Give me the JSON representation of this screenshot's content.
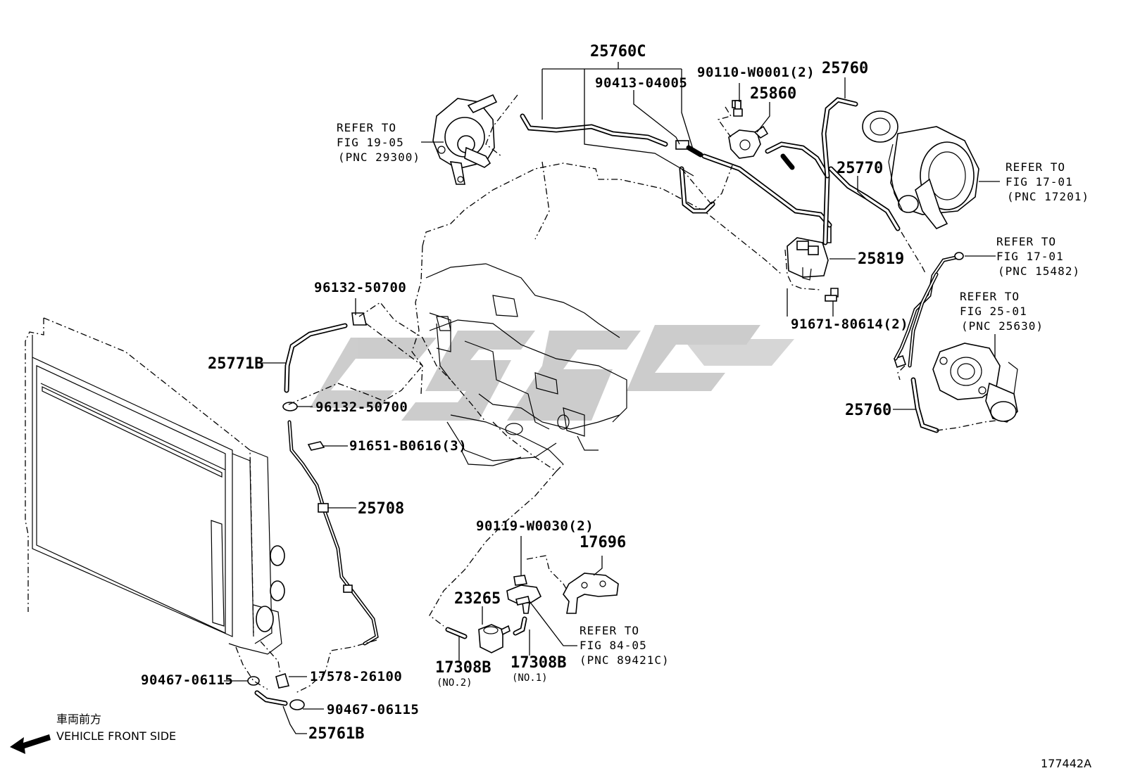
{
  "labels": {
    "p25760C": "25760C",
    "p90413": "90413-04005",
    "p90110": "90110-W0001(2)",
    "p25860": "25860",
    "p25760_top": "25760",
    "p25770": "25770",
    "p25819": "25819",
    "p91671": "91671-80614(2)",
    "p25760_bottom": "25760",
    "p96132_top": "96132-50700",
    "p25771B": "25771B",
    "p96132_bottom": "96132-50700",
    "p91651": "91651-B0616(3)",
    "p25708": "25708",
    "p90119": "90119-W0030(2)",
    "p17696": "17696",
    "p23265": "23265",
    "p17308B_no2": "17308B",
    "p17308B_no1": "17308B",
    "p90467_left": "90467-06115",
    "p17578": "17578-26100",
    "p90467_right": "90467-06115",
    "p25761B": "25761B"
  },
  "notes": {
    "no2": "(NO.2)",
    "no1": "(NO.1)"
  },
  "refs": {
    "r1905": {
      "l1": "REFER TO",
      "l2": "FIG 19-05",
      "l3": "(PNC 29300)"
    },
    "r1701a": {
      "l1": "REFER TO",
      "l2": "FIG 17-01",
      "l3": "(PNC 17201)"
    },
    "r1701b": {
      "l1": "REFER TO",
      "l2": "FIG 17-01",
      "l3": "(PNC 15482)"
    },
    "r2501": {
      "l1": "REFER TO",
      "l2": "FIG 25-01",
      "l3": "(PNC 25630)"
    },
    "r8405": {
      "l1": "REFER TO",
      "l2": "FIG 84-05",
      "l3": "(PNC 89421C)"
    }
  },
  "front": {
    "jp": "車両前方",
    "en": "VEHICLE FRONT SIDE"
  },
  "figure_id": "177442A"
}
